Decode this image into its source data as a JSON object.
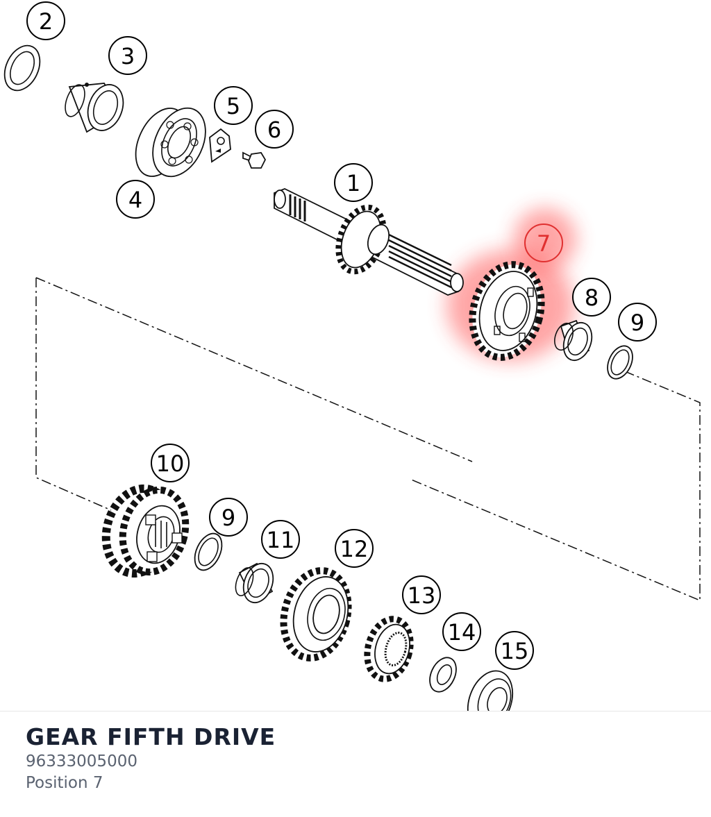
{
  "diagram": {
    "callouts": [
      {
        "id": "c2",
        "label": "2"
      },
      {
        "id": "c3",
        "label": "3"
      },
      {
        "id": "c4",
        "label": "4"
      },
      {
        "id": "c5",
        "label": "5"
      },
      {
        "id": "c6",
        "label": "6"
      },
      {
        "id": "c1",
        "label": "1"
      },
      {
        "id": "c7",
        "label": "7"
      },
      {
        "id": "c8",
        "label": "8"
      },
      {
        "id": "c9a",
        "label": "9"
      },
      {
        "id": "c10",
        "label": "10"
      },
      {
        "id": "c9b",
        "label": "9"
      },
      {
        "id": "c11",
        "label": "11"
      },
      {
        "id": "c12",
        "label": "12"
      },
      {
        "id": "c13",
        "label": "13"
      },
      {
        "id": "c14",
        "label": "14"
      },
      {
        "id": "c15",
        "label": "15"
      }
    ],
    "highlighted_position": "7",
    "highlight_color": "#ff3b3b"
  },
  "part": {
    "title": "GEAR FIFTH DRIVE",
    "number": "96333005000",
    "position": "Position 7"
  }
}
